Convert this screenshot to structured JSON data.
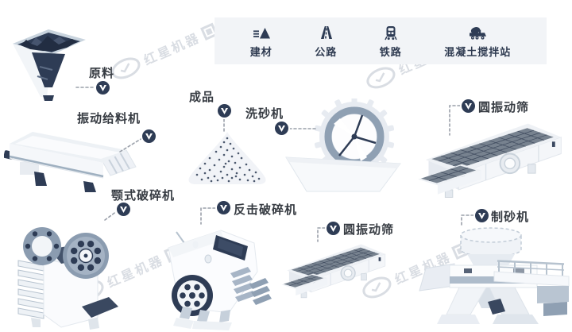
{
  "legend": {
    "items": [
      {
        "icon": "building-materials-icon",
        "label": "建材"
      },
      {
        "icon": "highway-icon",
        "label": "公路"
      },
      {
        "icon": "railway-icon",
        "label": "铁路"
      },
      {
        "icon": "concrete-mixing-station-icon",
        "label": "混凝土搅拌站"
      }
    ]
  },
  "nodes": {
    "raw_material": {
      "label": "原料"
    },
    "vibrating_feeder": {
      "label": "振动给料机"
    },
    "jaw_crusher": {
      "label": "颚式破碎机"
    },
    "finished_product": {
      "label": "成品"
    },
    "sand_washer": {
      "label": "洗砂机"
    },
    "vibrating_screen_top": {
      "label": "圆振动筛"
    },
    "impact_crusher": {
      "label": "反击破碎机"
    },
    "vibrating_screen_bottom": {
      "label": "圆振动筛"
    },
    "sand_maker": {
      "label": "制砂机"
    }
  },
  "watermark": {
    "text": "红星机器"
  },
  "colors": {
    "navy": "#2e3c55",
    "steel_blue": "#8fa0b3",
    "machine_light": "#f3f5f8",
    "legend_bg": "#f2f4f7",
    "connector": "#9aa0aa",
    "label_text": "#363b42"
  }
}
